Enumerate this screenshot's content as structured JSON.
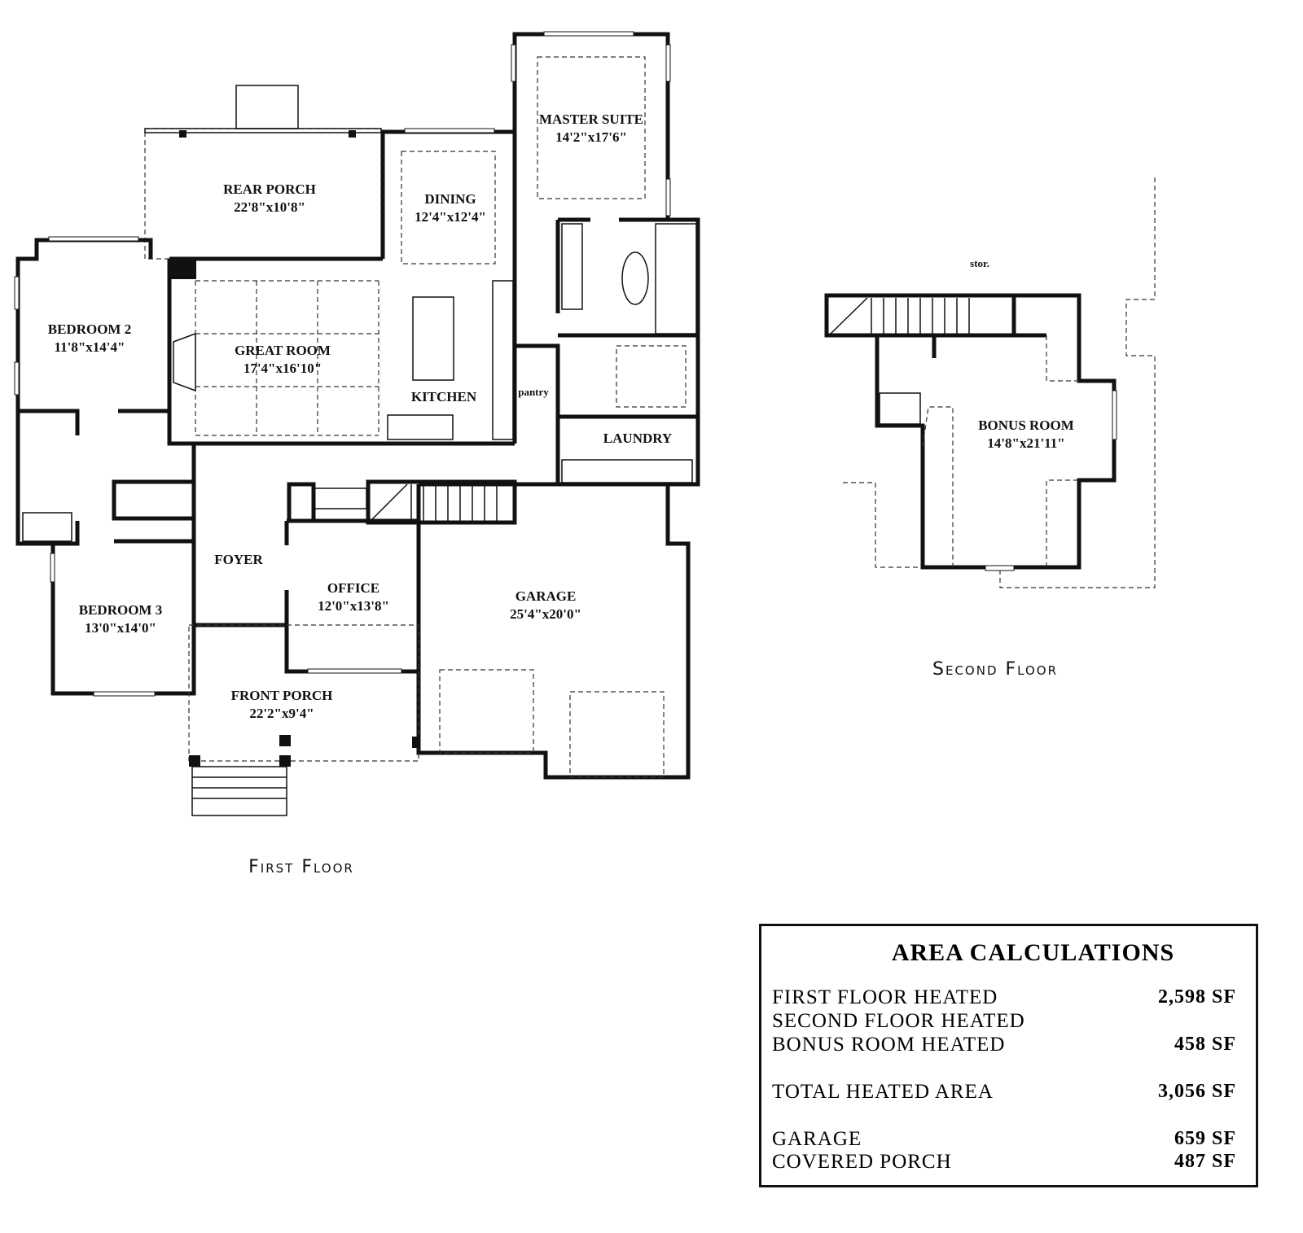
{
  "first_floor": {
    "title": "First Floor",
    "rooms": [
      {
        "name": "REAR PORCH",
        "size": "22'8\"x10'8\""
      },
      {
        "name": "DINING",
        "size": "12'4\"x12'4\""
      },
      {
        "name": "MASTER SUITE",
        "size": "14'2\"x17'6\""
      },
      {
        "name": "BEDROOM 2",
        "size": "11'8\"x14'4\""
      },
      {
        "name": "GREAT ROOM",
        "size": "17'4\"x16'10\""
      },
      {
        "name": "KITCHEN",
        "size": ""
      },
      {
        "name": "pantry",
        "size": ""
      },
      {
        "name": "LAUNDRY",
        "size": ""
      },
      {
        "name": "FOYER",
        "size": ""
      },
      {
        "name": "OFFICE",
        "size": "12'0\"x13'8\""
      },
      {
        "name": "GARAGE",
        "size": "25'4\"x20'0\""
      },
      {
        "name": "BEDROOM 3",
        "size": "13'0\"x14'0\""
      },
      {
        "name": "FRONT PORCH",
        "size": "22'2\"x9'4\""
      }
    ]
  },
  "second_floor": {
    "title": "Second Floor",
    "storage_label": "stor.",
    "rooms": [
      {
        "name": "BONUS ROOM",
        "size": "14'8\"x21'11\""
      }
    ]
  },
  "area_calculations": {
    "title": "AREA CALCULATIONS",
    "rows": [
      {
        "label": "FIRST FLOOR HEATED",
        "value": "2,598 SF"
      },
      {
        "label": "SECOND FLOOR HEATED",
        "value": ""
      },
      {
        "label": "BONUS ROOM HEATED",
        "value": "458 SF"
      },
      {
        "label": "TOTAL HEATED AREA",
        "value": "3,056 SF"
      },
      {
        "label": "GARAGE",
        "value": "659 SF"
      },
      {
        "label": "COVERED PORCH",
        "value": "487 SF"
      }
    ]
  }
}
